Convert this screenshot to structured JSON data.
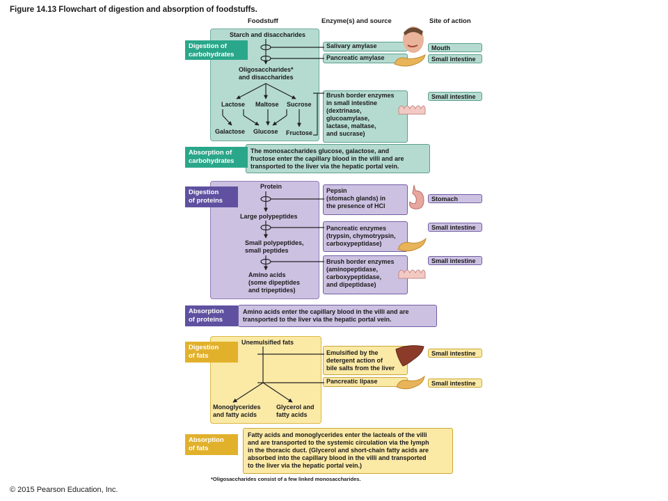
{
  "title": "Figure 14.13 Flowchart of digestion and absorption of foodstuffs.",
  "headers": {
    "foodstuff": "Foodstuff",
    "enzymes": "Enzyme(s) and source",
    "site": "Site of action"
  },
  "carbs": {
    "digestion_label": "Digestion of\ncarbohydrates",
    "absorption_label": "Absorption of\ncarbohydrates",
    "starch": "Starch and disaccharides",
    "oligo": "Oligosaccharides*\nand disaccharides",
    "lactose": "Lactose",
    "maltose": "Maltose",
    "sucrose": "Sucrose",
    "galactose": "Galactose",
    "glucose": "Glucose",
    "fructose": "Fructose",
    "enzyme1": "Salivary amylase",
    "enzyme2": "Pancreatic amylase",
    "enzyme3": "Brush border enzymes\nin small intestine\n(dextrinase,\nglucoamylase,\nlactase, maltase,\nand sucrase)",
    "site1": "Mouth",
    "site2": "Small intestine",
    "site3": "Small intestine",
    "absorption_text": "The monosaccharides glucose, galactose, and\nfructose enter the capillary blood in the villi and are\ntransported to the liver via the hepatic portal vein."
  },
  "proteins": {
    "digestion_label": "Digestion\nof proteins",
    "absorption_label": "Absorption\nof proteins",
    "protein": "Protein",
    "large": "Large polypeptides",
    "small": "Small polypeptides,\nsmall peptides",
    "amino": "Amino acids\n(some dipeptides\nand tripeptides)",
    "enzyme1": "Pepsin\n(stomach glands) in\nthe presence of HCl",
    "enzyme2": "Pancreatic enzymes\n(trypsin, chymotrypsin,\ncarboxypeptidase)",
    "enzyme3": "Brush border enzymes\n(aminopeptidase,\ncarboxypeptidase,\nand dipeptidase)",
    "site1": "Stomach",
    "site2": "Small intestine",
    "site3": "Small intestine",
    "absorption_text": "Amino acids enter the capillary blood in the villi and are\ntransported to the liver via the hepatic portal vein."
  },
  "fats": {
    "digestion_label": "Digestion\nof fats",
    "absorption_label": "Absorption\nof fats",
    "unemulsified": "Unemulsified fats",
    "mono": "Monoglycerides\nand fatty acids",
    "glycerol": "Glycerol and\nfatty acids",
    "enzyme1": "Emulsified by the\ndetergent action of\nbile salts from the liver",
    "enzyme2": "Pancreatic lipase",
    "site1": "Small intestine",
    "site2": "Small intestine",
    "absorption_text": "Fatty acids and monoglycerides enter the lacteals of the villi\nand are transported to the systemic circulation via the lymph\nin the thoracic duct. (Glycerol and short-chain fatty acids are\nabsorbed into the capillary blood in the villi and transported\nto the liver via the hepatic portal vein.)"
  },
  "footnote": "*Oligosaccharides consist of a few linked monosaccharides.",
  "copyright": "© 2015 Pearson Education, Inc.",
  "colors": {
    "carb": "#b5dbd0",
    "carb_label": "#2aa78a",
    "protein": "#cdc1e2",
    "protein_label": "#5f51a0",
    "fat": "#fbe9a6",
    "fat_label": "#e2b12c"
  }
}
